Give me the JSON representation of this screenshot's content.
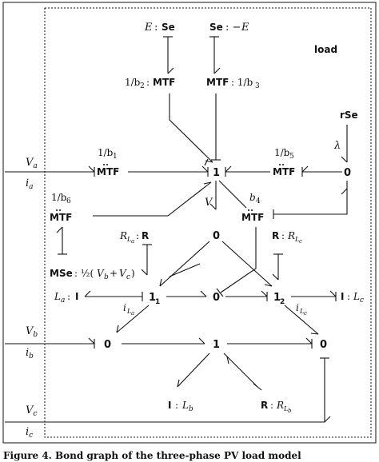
{
  "title": "",
  "subsystem_label": "load",
  "caption_fragment": "Figure 4. Bond graph of the three-phase PV load model",
  "nodes": [
    {
      "id": "se_e",
      "label": "E : Se"
    },
    {
      "id": "se_neg_e",
      "label": "Se : −E"
    },
    {
      "id": "mtf_b2",
      "label": "1/b₂ : MTF"
    },
    {
      "id": "mtf_b3",
      "label": "MTF : 1/b₃"
    },
    {
      "id": "rse",
      "label": "rSe"
    },
    {
      "id": "lambda",
      "label": "λ"
    },
    {
      "id": "mtf_b1",
      "label": "M̈TF",
      "param": "1/b₁"
    },
    {
      "id": "one_main",
      "label": "1"
    },
    {
      "id": "mtf_b5",
      "label": "M̈TF",
      "param": "1/b₅"
    },
    {
      "id": "zero_right",
      "label": "0"
    },
    {
      "id": "mtf_b6",
      "label": "M̈TF",
      "param": "1/b₆"
    },
    {
      "id": "mtf_b4",
      "label": "M̈TF",
      "param": "b₄"
    },
    {
      "id": "v_label",
      "label": "V"
    },
    {
      "id": "r_la",
      "label": "R_La : R"
    },
    {
      "id": "zero_center",
      "label": "0"
    },
    {
      "id": "r_lc",
      "label": "R : R_Lc"
    },
    {
      "id": "mse",
      "label": "MSe : ½(V_b + V_c)"
    },
    {
      "id": "i_la",
      "label": "L_a : I"
    },
    {
      "id": "one_1",
      "label": "1₁"
    },
    {
      "id": "zero_mid",
      "label": "0"
    },
    {
      "id": "one_2",
      "label": "1₂"
    },
    {
      "id": "i_lc",
      "label": "I : L_c"
    },
    {
      "id": "cur_la",
      "label": "i_La"
    },
    {
      "id": "cur_lc",
      "label": "i_Lc"
    },
    {
      "id": "zero_b",
      "label": "0"
    },
    {
      "id": "one_b",
      "label": "1"
    },
    {
      "id": "zero_c",
      "label": "0"
    },
    {
      "id": "i_lb",
      "label": "I : L_b"
    },
    {
      "id": "r_lb",
      "label": "R : R_Lb"
    }
  ],
  "ports": [
    {
      "id": "va",
      "voltage": "V_a",
      "current": "i_a"
    },
    {
      "id": "vb",
      "voltage": "V_b",
      "current": "i_b"
    },
    {
      "id": "vc",
      "voltage": "V_c",
      "current": "i_c"
    }
  ]
}
